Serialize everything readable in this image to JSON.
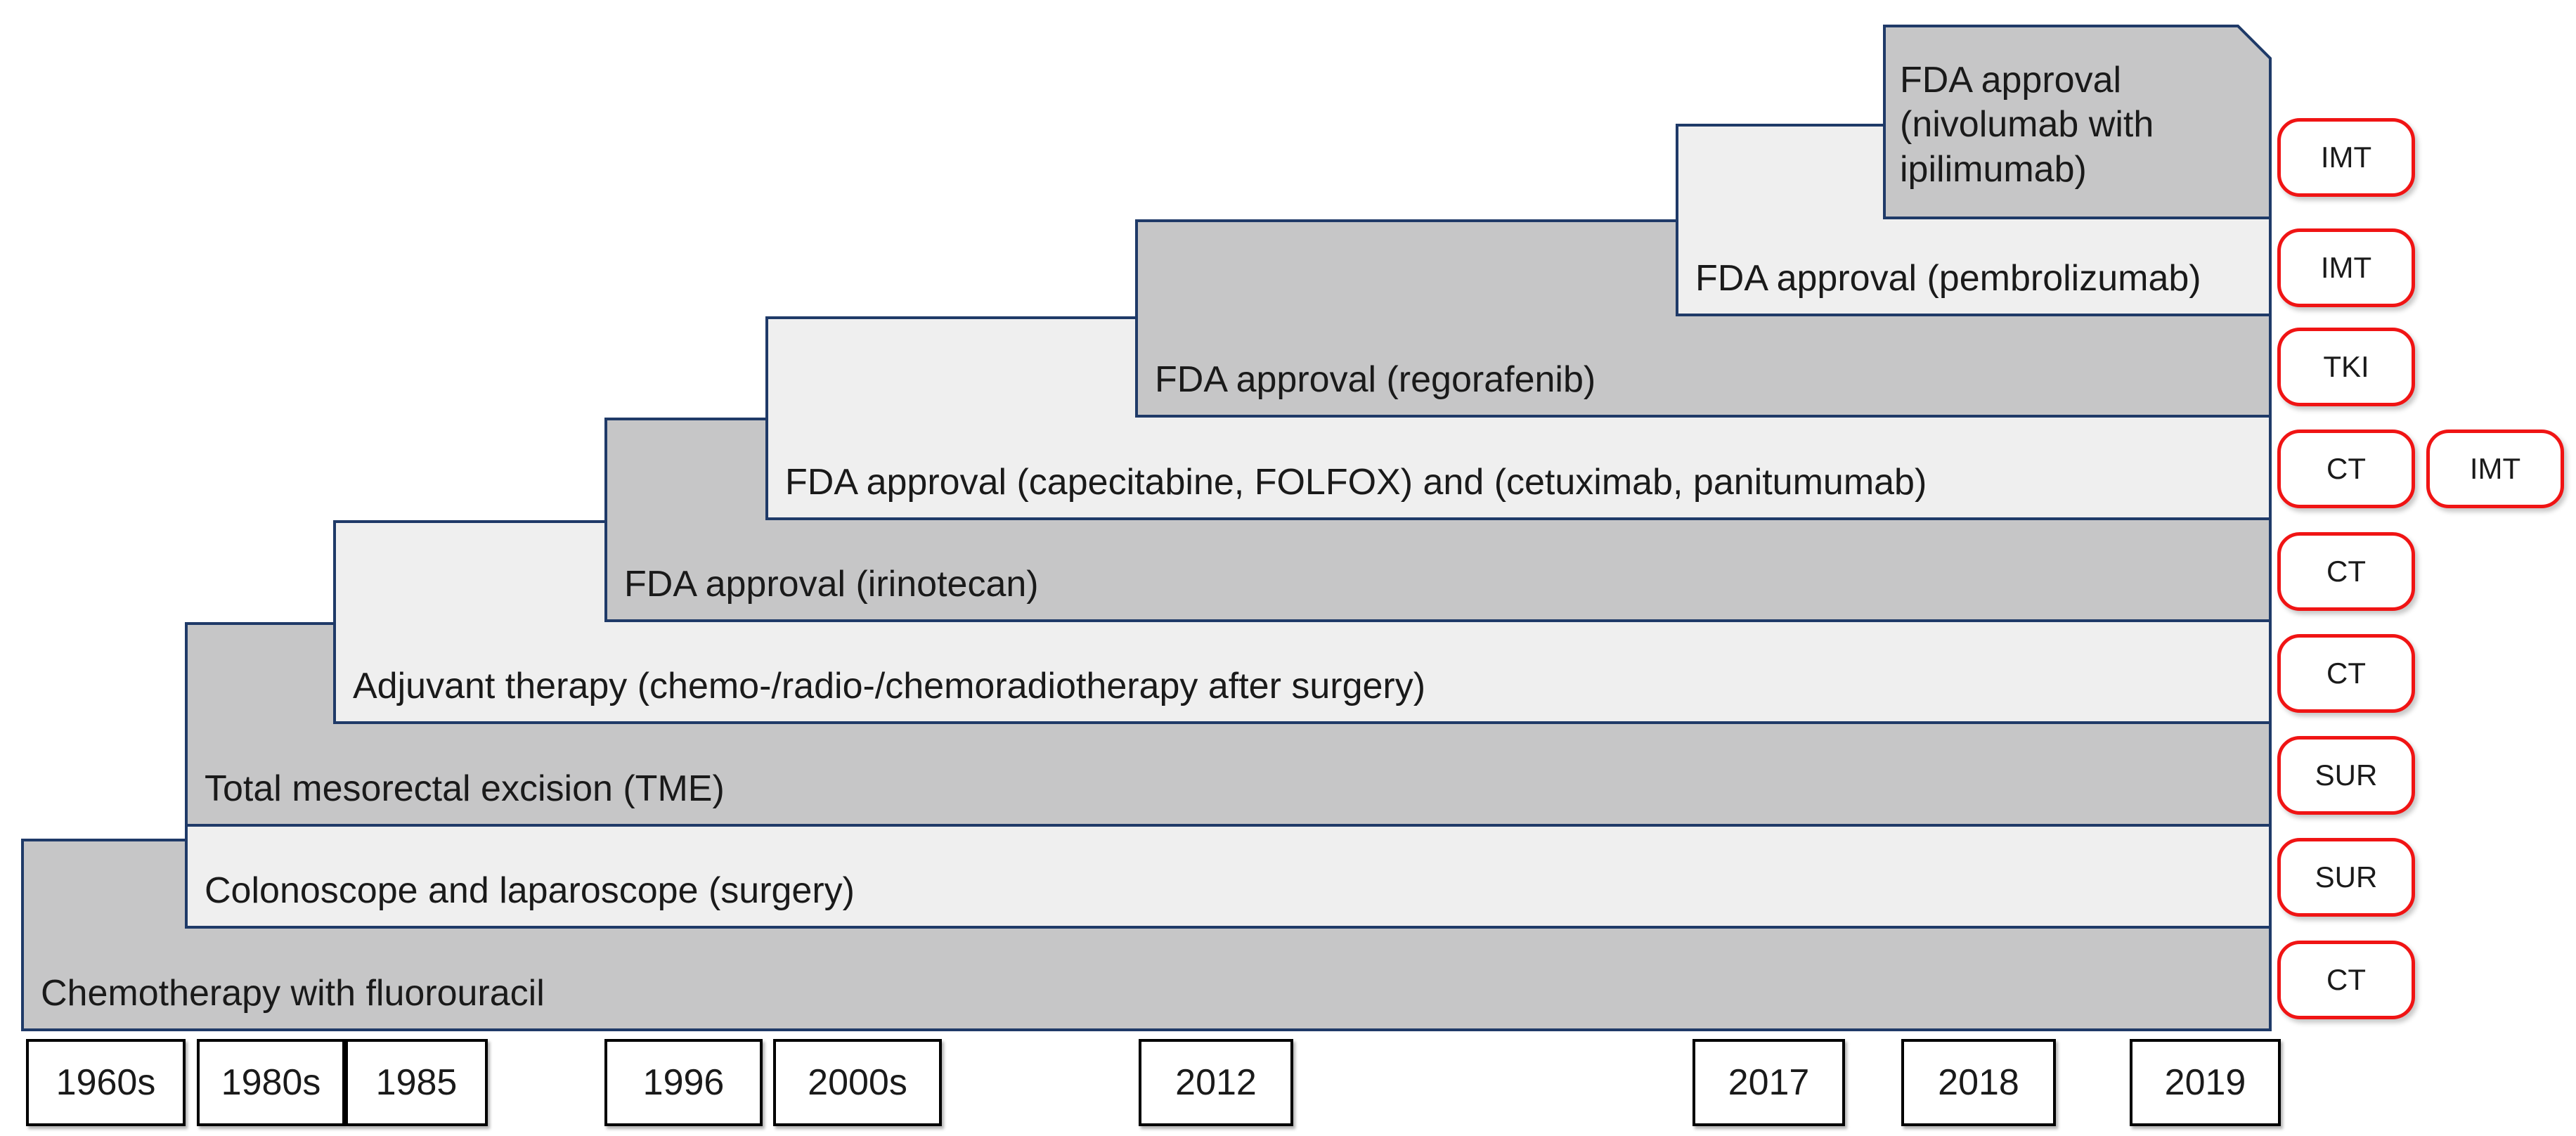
{
  "diagram": {
    "type": "stepped-timeline",
    "rows": [
      {
        "id": "nivolumab-ipilimumab",
        "label": "FDA approval (nivolumab with ipilimumab)",
        "label_lines": [
          "FDA approval",
          "(nivolumab with",
          "ipilimumab)"
        ],
        "tags": [
          "IMT"
        ]
      },
      {
        "id": "pembrolizumab",
        "label": "FDA approval (pembrolizumab)",
        "tags": [
          "IMT"
        ]
      },
      {
        "id": "regorafenib",
        "label": "FDA approval (regorafenib)",
        "tags": [
          "TKI"
        ]
      },
      {
        "id": "capecitabine-folfox-cetuximab-panitumumab",
        "label": "FDA approval (capecitabine, FOLFOX) and (cetuximab, panitumumab)",
        "tags": [
          "CT",
          "IMT"
        ]
      },
      {
        "id": "irinotecan",
        "label": "FDA approval (irinotecan)",
        "tags": [
          "CT"
        ]
      },
      {
        "id": "adjuvant-therapy",
        "label": "Adjuvant therapy (chemo-/radio-/chemoradiotherapy after surgery)",
        "tags": [
          "CT"
        ]
      },
      {
        "id": "total-mesorectal-excision",
        "label": "Total mesorectal excision (TME)",
        "tags": [
          "SUR"
        ]
      },
      {
        "id": "colonoscope-laparoscope",
        "label": "Colonoscope and laparoscope (surgery)",
        "tags": [
          "SUR"
        ]
      },
      {
        "id": "chemotherapy-fluorouracil",
        "label": "Chemotherapy with fluorouracil",
        "tags": [
          "CT"
        ]
      }
    ],
    "years": [
      "1960s",
      "1980s",
      "1985",
      "1996",
      "2000s",
      "2012",
      "2017",
      "2018",
      "2019"
    ],
    "colors": {
      "bar_dark": "#c6c6c7",
      "bar_light": "#efefef",
      "bar_border": "#1f3a68",
      "tag_border": "#f01414",
      "year_border": "#000000",
      "text": "#1a1a1a"
    }
  }
}
